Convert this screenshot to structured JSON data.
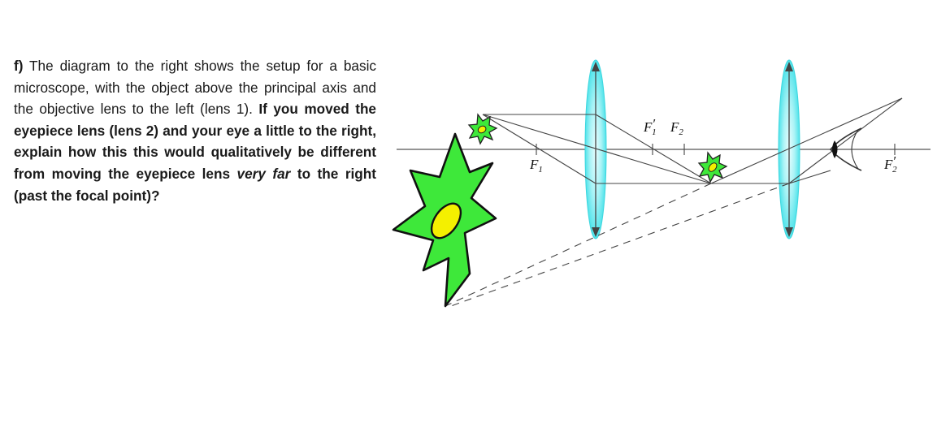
{
  "question": {
    "lead": "f)",
    "text1": " The diagram to the right shows the setup for a basic microscope, with the object above the principal axis and the objective lens to the left (lens 1). ",
    "bold1": "If you moved the eyepiece lens (lens 2) and your eye a little to the right, explain how this this would qualitatively be different from moving the eyepiece lens ",
    "bold_italic": "very far",
    "bold2": " to the right (past the focal point)?"
  },
  "diagram": {
    "labels": {
      "f1": {
        "base": "F",
        "sub": "1",
        "prime": ""
      },
      "f1_prime": {
        "base": "F",
        "sub": "1",
        "prime": "′"
      },
      "f2": {
        "base": "F",
        "sub": "2",
        "prime": ""
      },
      "f2_prime": {
        "base": "F",
        "sub": "2",
        "prime": "′"
      }
    },
    "colors": {
      "lens_fill": "#5fe8ee",
      "cell_fill": "#3ee83a",
      "nucleus_fill": "#f4f000",
      "ray": "#444444"
    }
  }
}
